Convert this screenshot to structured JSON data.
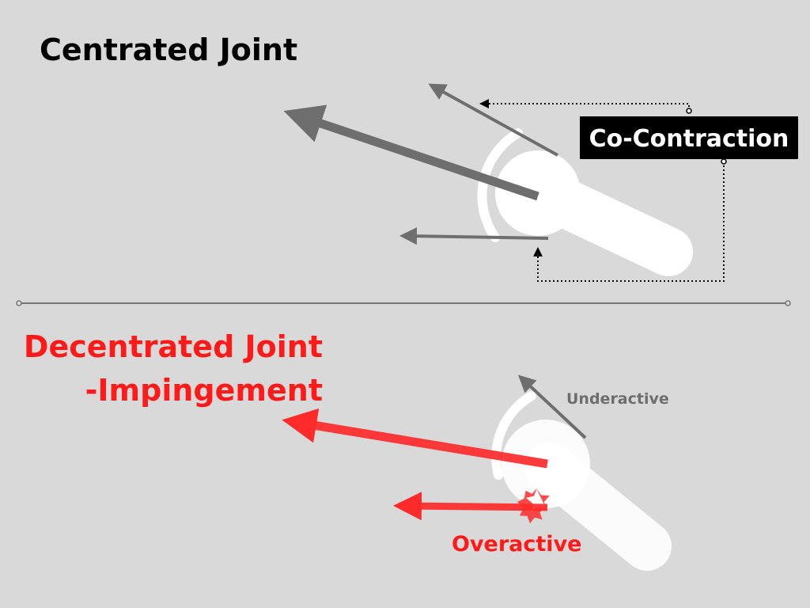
{
  "top": {
    "title": "Centrated Joint",
    "callout": "Co-Contraction"
  },
  "bottom": {
    "title_line1": "Decentrated Joint",
    "title_line2": "-Impingement",
    "underactive_label": "Underactive",
    "overactive_label": "Overactive"
  },
  "colors": {
    "background": "#d9d9d9",
    "title": "#000000",
    "alert": "#ff1a1a",
    "muscle_gray": "#6e6e6e",
    "bone": "#ffffff",
    "callout_bg": "#000000",
    "callout_text": "#ffffff"
  }
}
